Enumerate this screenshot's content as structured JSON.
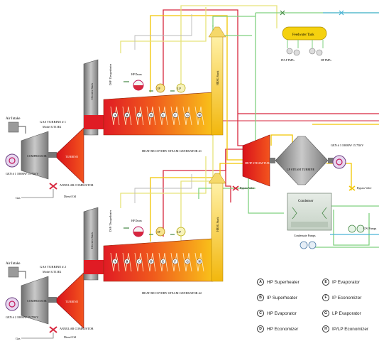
{
  "gt1": {
    "air_intake": "Air Intake",
    "title": "GAS TURBINE # 1",
    "model": "Model GT13E2",
    "compressor": "COMPRESSOR",
    "turbine": "TURBINE",
    "combustor": "ANNULAR COMBUSTOR",
    "fuel_gas": "Gas",
    "fuel_diesel": "Diesel Oil",
    "generator": "GEN # 1 180MW 15.75KV"
  },
  "gt2": {
    "air_intake": "Air Intake",
    "title": "GAS TURBINE # 2",
    "model": "Model GT13E2",
    "compressor": "COMPRESSOR",
    "turbine": "TURBINE",
    "combustor": "ANNULAR COMBUSTOR",
    "fuel_gas": "Gas",
    "fuel_diesel": "Diesel Oil",
    "generator": "GEN # 2 180MW 15.75KV"
  },
  "hrsg1": {
    "label": "HEAT RECOVERY STEAM GENERATOR #1",
    "diverter": "Diverter Stack",
    "hp_drum": "HP Drum",
    "ip_drum": "IP",
    "lp_drum": "LP",
    "bypass": "HRSG Stack",
    "desuper": "DSP / Desuperheater"
  },
  "hrsg2": {
    "label": "HEAT RECOVERY STEAM GENERATOR #2",
    "diverter": "Diverter Stack",
    "hp_drum": "HP Drum",
    "ip_drum": "IP",
    "lp_drum": "LP",
    "bypass": "HRSG Stack",
    "desuper": "DSP / Desuperheater"
  },
  "steam": {
    "hp_ip_turbine": "HP/IP STEAM TURBINE",
    "lp_turbine": "LP STEAM TURBINE",
    "generator": "GEN # 3 180MW 15.75KV",
    "bypass_left": "Bypass Valve",
    "bypass_right": "Bypass Valve"
  },
  "condenser": {
    "label": "Condenser",
    "cw_pumps": "CW Pumps",
    "condensate_pumps": "Condensate Pumps"
  },
  "feedwater": {
    "tank": "Feedwater Tank",
    "ip_pumps": "IP/LP PMPs",
    "hp_pumps": "HP PMPs"
  },
  "bundle_codes": [
    "A",
    "B",
    "C",
    "D",
    "E",
    "F",
    "G",
    "H"
  ],
  "legend": [
    {
      "code": "A",
      "label": "HP Superheater"
    },
    {
      "code": "B",
      "label": "IP Superheater"
    },
    {
      "code": "C",
      "label": "HP Evaporator"
    },
    {
      "code": "D",
      "label": "HP Economizer"
    },
    {
      "code": "E",
      "label": "IP Evaporator"
    },
    {
      "code": "F",
      "label": "IP Economizer"
    },
    {
      "code": "G",
      "label": "LP Evaporator"
    },
    {
      "code": "H",
      "label": "IP/LP Economizer"
    }
  ],
  "colors": {
    "hp_steam": "#d7263d",
    "ip_steam": "#f2c500",
    "lp_steam": "#e6e37a",
    "feedwater": "#7fd17f",
    "cooling": "#4bb3d6",
    "exhaust_hot": "#e8202a",
    "exhaust_cool": "#f7b500",
    "machine": "#8b8b8b"
  }
}
